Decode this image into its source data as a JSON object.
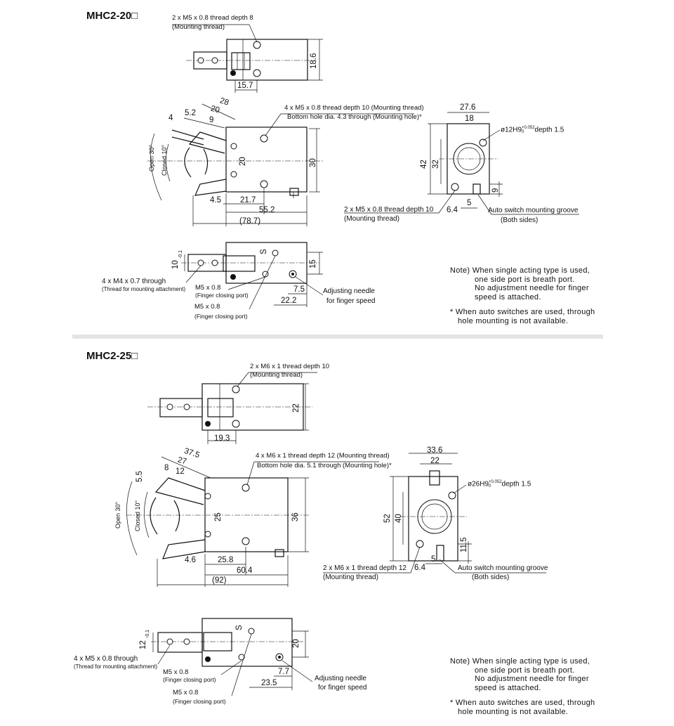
{
  "sections": [
    {
      "title": "MHC2-20□",
      "top_view": {
        "callout_line1": "2 x M5 x 0.8 thread depth 8",
        "callout_line2": "(Mounting thread)",
        "dim_height": "18.6",
        "dim_width": "15.7"
      },
      "front_view": {
        "callout_line1": "4 x M5 x 0.8 thread depth 10 (Mounting thread)",
        "callout_line2": "Bottom hole dia. 4.3 through (Mounting hole)*",
        "dims": {
          "d28": "28",
          "d20t": "20",
          "d5_2": "5.2",
          "d9": "9",
          "d4": "4",
          "d20": "20",
          "d30": "30",
          "d4_5": "4.5",
          "d21_7": "21.7",
          "d55_2": "55.2",
          "d78_7": "(78.7)"
        },
        "open_label": "Open 30°",
        "closed_label": "Closed 10°"
      },
      "side_view": {
        "d27_6": "27.6",
        "d18": "18",
        "bore": "ø12H9",
        "bore_tol_upper": "+0.052",
        "bore_tol_lower": "0",
        "bore_depth": "depth 1.5",
        "d42": "42",
        "d32": "32",
        "d9": "9",
        "d5": "5",
        "d6_4": "6.4",
        "thread_line1": "2 x M5 x 0.8 thread depth 10",
        "thread_line2": "(Mounting thread)",
        "groove_line1": "Auto switch mounting groove",
        "groove_line2": "(Both sides)"
      },
      "bottom_view": {
        "d10": "10",
        "d10_tol": "-0.1",
        "d15": "15",
        "d7_5": "7.5",
        "d22_2": "22.2",
        "s_mark": "S",
        "thr_line1": "4 x M4 x 0.7 through",
        "thr_line2": "(Thread for mounting attachment)",
        "port1_line1": "M5 x 0.8",
        "port1_line2": "(Finger closing port)",
        "port2_line1": "M5 x 0.8",
        "port2_line2": "(Finger closing port)",
        "needle_line1": "Adjusting needle",
        "needle_line2": "for finger speed"
      },
      "notes": {
        "note_label": "Note)",
        "note_line1": "When single acting type is used,",
        "note_line2": "one side port is breath port.",
        "note_line3": "No adjustment needle for finger",
        "note_line4": "speed is attached.",
        "star_line1": "* When auto switches are used, through",
        "star_line2": "hole mounting is not available."
      }
    },
    {
      "title": "MHC2-25□",
      "top_view": {
        "callout_line1": "2 x M6 x 1 thread depth 10",
        "callout_line2": "(Mounting thread)",
        "dim_height": "22",
        "dim_width": "19.3"
      },
      "front_view": {
        "callout_line1": "4 x M6 x 1 thread depth 12 (Mounting thread)",
        "callout_line2": "Bottom hole dia. 5.1 through (Mounting hole)*",
        "dims": {
          "d37_5": "37.5",
          "d27": "27",
          "d8": "8",
          "d12": "12",
          "d5_5": "5.5",
          "d25": "25",
          "d36": "36",
          "d4_6": "4.6",
          "d25_8": "25.8",
          "d60_4": "60.4",
          "d92": "(92)"
        },
        "open_label": "Open 30°",
        "closed_label": "Closed 10°"
      },
      "side_view": {
        "d33_6": "33.6",
        "d22": "22",
        "bore": "ø26H9",
        "bore_tol_upper": "+0.052",
        "bore_tol_lower": "0",
        "bore_depth": "depth 1.5",
        "d52": "52",
        "d40": "40",
        "d11_5": "11.5",
        "d5": "5",
        "d6_4": "6.4",
        "thread_line1": "2 x M6 x 1 thread depth 12",
        "thread_line2": "(Mounting thread)",
        "groove_line1": "Auto switch mounting groove",
        "groove_line2": "(Both sides)"
      },
      "bottom_view": {
        "d12": "12",
        "d12_tol": "-0.1",
        "d20": "20",
        "d7_7": "7.7",
        "d23_5": "23.5",
        "s_mark": "S",
        "thr_line1": "4 x M5 x 0.8 through",
        "thr_line2": "(Thread for mounting attachment)",
        "port1_line1": "M5 x 0.8",
        "port1_line2": "(Finger closing port)",
        "port2_line1": "M5 x 0.8",
        "port2_line2": "(Finger closing port)",
        "needle_line1": "Adjusting needle",
        "needle_line2": "for finger speed"
      },
      "notes": {
        "note_label": "Note)",
        "note_line1": "When single acting type is used,",
        "note_line2": "one side port is breath port.",
        "note_line3": "No adjustment needle for finger",
        "note_line4": "speed is attached.",
        "star_line1": "* When auto switches are used, through",
        "star_line2": "hole mounting is not available."
      }
    }
  ]
}
